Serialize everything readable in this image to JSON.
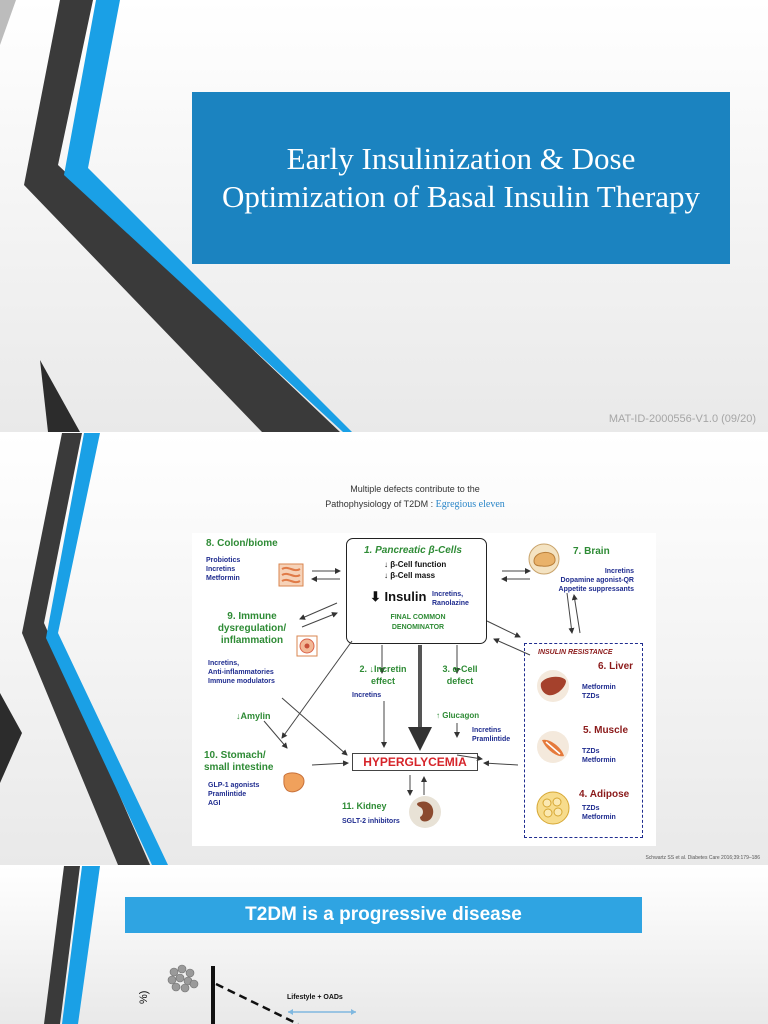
{
  "slide1": {
    "title": "Early Insulinization & Dose Optimization of Basal Insulin Therapy",
    "material_id": "MAT-ID-2000556-V1.0 (09/20)"
  },
  "slide2": {
    "title_line1": "Multiple defects contribute to the",
    "title_line2_prefix": "Pathophysiology of T2DM : ",
    "title_highlight": "Egregious eleven",
    "diagram": {
      "beta_cells": {
        "title": "1. Pancreatic β-Cells",
        "line1": "↓ β-Cell function",
        "line2": "↓ β-Cell mass",
        "insulin": "Insulin",
        "drugs_line1": "Incretins,",
        "drugs_line2": "Ranolazine",
        "final_line1": "FINAL COMMON",
        "final_line2": "DENOMINATOR"
      },
      "colon": {
        "title": "8. Colon/biome",
        "drug1": "Probiotics",
        "drug2": "Incretins",
        "drug3": "Metformin"
      },
      "immune": {
        "title_line1": "9.  Immune",
        "title_line2": "dysregulation/",
        "title_line3": "inflammation",
        "drug1": "Incretins,",
        "drug2": "Anti-inflammatories",
        "drug3": "Immune modulators"
      },
      "amylin": "↓Amylin",
      "stomach": {
        "title_line1": "10. Stomach/",
        "title_line2": "small intestine",
        "drug1": "GLP-1 agonists",
        "drug2": "Pramlintide",
        "drug3": "AGI"
      },
      "incretin": {
        "title_line1": "2. ↓Incretin",
        "title_line2": "effect",
        "drug": "Incretins"
      },
      "alpha": {
        "title_line1": "3. α-Cell",
        "title_line2": "defect",
        "glucagon": "↑ Glucagon",
        "drug1": "Incretins",
        "drug2": "Pramlintide"
      },
      "hyperglycemia": "HYPERGLYCEMIA",
      "kidney": {
        "title": "11. Kidney",
        "drug": "SGLT-2 inhibitors"
      },
      "brain": {
        "title": "7. Brain",
        "drug1": "Incretins",
        "drug2": "Dopamine agonist-QR",
        "drug3": "Appetite suppressants"
      },
      "insulin_resistance": "INSULIN RESISTANCE",
      "liver": {
        "title": "6. Liver",
        "drug1": "Metformin",
        "drug2": "TZDs"
      },
      "muscle": {
        "title": "5. Muscle",
        "drug1": "TZDs",
        "drug2": "Metformin"
      },
      "adipose": {
        "title": "4. Adipose",
        "drug1": "TZDs",
        "drug2": "Metformin"
      }
    },
    "citation": "Schwartz SS et al. Diabetes Care 2016;39:179–186"
  },
  "slide3": {
    "banner": "T2DM is a progressive disease",
    "label_lifestyle": "Lifestyle + OADs",
    "y_axis_fragment": "%)"
  },
  "colors": {
    "title_blue": "#1b83c0",
    "banner_blue": "#2fa4e2",
    "accent_blue": "#1aa0e6",
    "dark_stripe": "#3c3c3c",
    "hyperglycemia_red": "#d6242a",
    "organ_green": "#2e8b35",
    "drug_navy": "#1f2c8f"
  }
}
